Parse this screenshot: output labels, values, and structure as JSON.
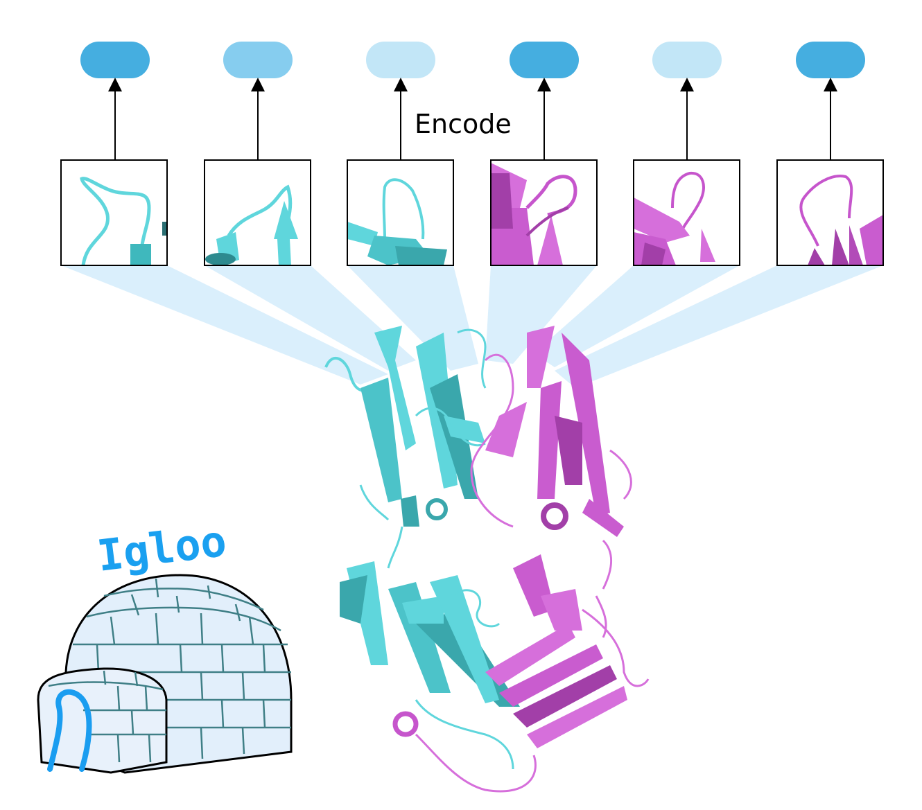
{
  "encode_label": "Encode",
  "logo_text": "Igloo",
  "colors": {
    "token_dark": "#45aee0",
    "token_mid": "#86cdef",
    "token_light": "#c2e6f7",
    "cyan_chain": "#5fd6dc",
    "cyan_chain_dark": "#3a9ea3",
    "magenta_chain": "#d66fdb",
    "magenta_chain_dark": "#a23fa8",
    "beam": "#d3ecfb",
    "igloo_fill": "#e2effb",
    "igloo_line": "#3f7f86",
    "igloo_door": "#1a9df0"
  },
  "tokens": [
    {
      "shade": "token_dark"
    },
    {
      "shade": "token_mid"
    },
    {
      "shade": "token_light"
    },
    {
      "shade": "token_dark"
    },
    {
      "shade": "token_light"
    },
    {
      "shade": "token_dark"
    }
  ],
  "loop_panels": [
    {
      "chain": "cyan"
    },
    {
      "chain": "cyan"
    },
    {
      "chain": "cyan"
    },
    {
      "chain": "magenta"
    },
    {
      "chain": "magenta"
    },
    {
      "chain": "magenta"
    }
  ]
}
